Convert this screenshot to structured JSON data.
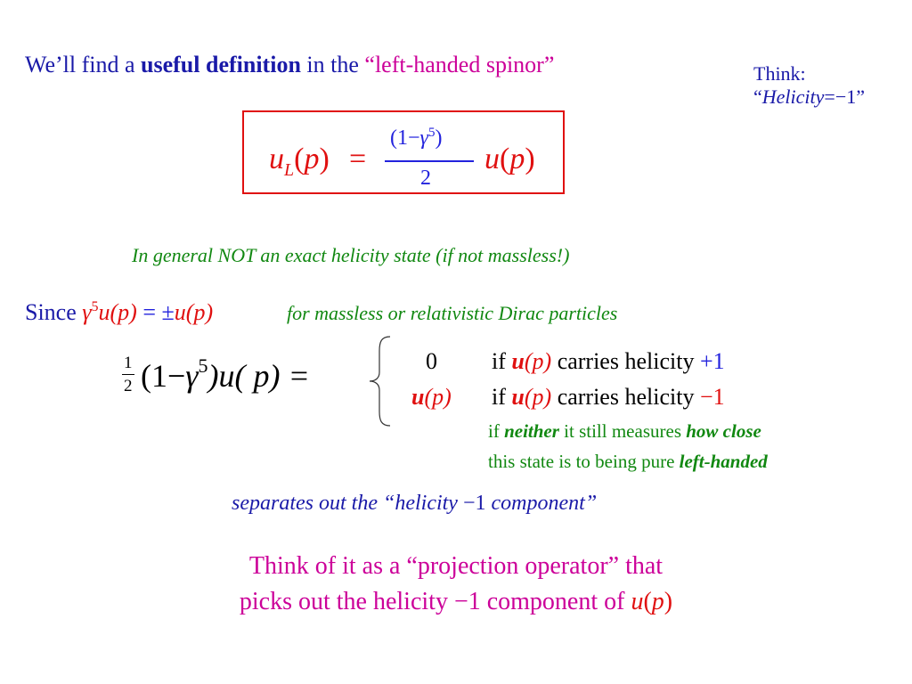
{
  "title": {
    "prefix": "We’ll find a ",
    "bold": "useful definition",
    "middle": " in the ",
    "quote": "“left-handed spinor”"
  },
  "think": {
    "line1": "Think:",
    "line2_open": "“",
    "line2_italic": "Helicity",
    "line2_rest": "=−1”"
  },
  "formula": {
    "lhs_u": "u",
    "lhs_sub": "L",
    "lhs_arg_open": "(",
    "lhs_arg": "p",
    "lhs_arg_close": ")",
    "equals": "=",
    "frac_num": "(1−",
    "frac_num_gamma": "γ",
    "frac_num_sup": "5",
    "frac_num_close": ")",
    "frac_den": "2",
    "rhs_u": "u",
    "rhs_arg_open": "(",
    "rhs_arg": "p",
    "rhs_arg_close": ")"
  },
  "note_exact": "In general NOT an exact helicity state (if not massless!)",
  "since": {
    "word": "Since ",
    "gamma": "γ",
    "sup": "5",
    "u": "u",
    "arg": "(p)",
    "eq": " = ±",
    "u2": "u",
    "arg2": "(p)"
  },
  "since_note": "for massless or relativistic Dirac particles",
  "projection": {
    "half_num": "1",
    "half_den": "2",
    "open": "(1−",
    "gamma": "γ",
    "sup": "5",
    "close": ")u( p) ="
  },
  "cases": [
    {
      "value": "0",
      "if": "if ",
      "u": "u",
      "arg": "(p)",
      "text": " carries helicity ",
      "helicity": "+1"
    },
    {
      "value_u": "u",
      "value_arg": "(p)",
      "if": "if ",
      "u": "u",
      "arg": "(p)",
      "text": " carries helicity ",
      "helicity": "−1"
    }
  ],
  "neither": {
    "line1_prefix": "if ",
    "line1_bold": "neither",
    "line1_middle": " it still measures ",
    "line1_bold2": "how close",
    "line2_prefix": "this state is to being pure ",
    "line2_bold": "left-handed"
  },
  "separates": {
    "prefix": "separates out the “helicity ",
    "minus_one": "−1",
    "suffix": " component”"
  },
  "conclusion": {
    "line1": "Think of it as a “projection operator” that",
    "line2_prefix": "picks out the helicity −1 component of ",
    "line2_u": "u",
    "line2_arg_open": "(",
    "line2_arg": "p",
    "line2_arg_close": ")"
  },
  "colors": {
    "navy": "#1a1aa8",
    "magenta": "#cc0099",
    "green": "#118811",
    "red": "#e01010",
    "blue": "#2222dd"
  }
}
